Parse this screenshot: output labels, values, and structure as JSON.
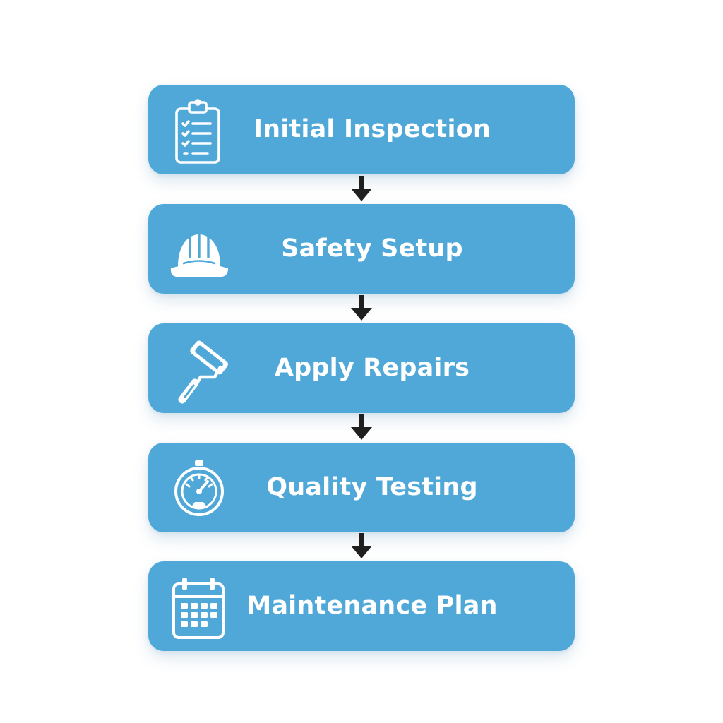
{
  "theme": {
    "box_color": "#4fa8d8",
    "text_color": "#ffffff",
    "arrow_color": "#1f1f1f",
    "background": "#ffffff"
  },
  "steps": [
    {
      "label": "Initial Inspection",
      "icon": "clipboard-checklist-icon"
    },
    {
      "label": "Safety Setup",
      "icon": "hard-hat-icon"
    },
    {
      "label": "Apply Repairs",
      "icon": "paint-roller-icon"
    },
    {
      "label": "Quality Testing",
      "icon": "pressure-gauge-icon"
    },
    {
      "label": "Maintenance Plan",
      "icon": "calendar-icon"
    }
  ]
}
